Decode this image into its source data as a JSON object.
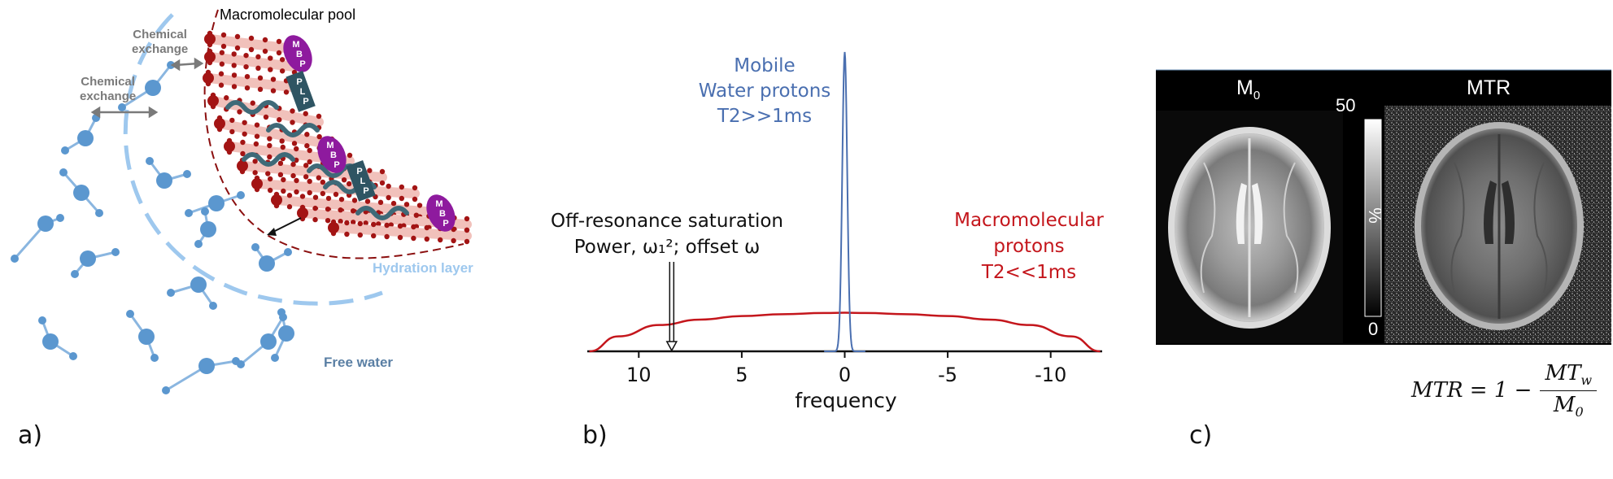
{
  "panel_a": {
    "letter": "a)",
    "macromolecular_pool": "Macromolecular pool",
    "chemical_exchange_1": [
      "Chemical",
      "exchange"
    ],
    "chemical_exchange_2": [
      "Chemical",
      "exchange"
    ],
    "hydration_layer": "Hydration layer",
    "free_water": "Free water",
    "protein_tags": [
      {
        "name": "MBP",
        "letters": [
          "M",
          "B",
          "P"
        ],
        "color": "#8e1a9e"
      },
      {
        "name": "PLP",
        "letters": [
          "P",
          "L",
          "P"
        ],
        "color": "#2f5563"
      },
      {
        "name": "MBP",
        "letters": [
          "M",
          "B",
          "P"
        ],
        "color": "#8e1a9e"
      },
      {
        "name": "PLP",
        "letters": [
          "P",
          "L",
          "P"
        ],
        "color": "#2f5563"
      },
      {
        "name": "MBP",
        "letters": [
          "M",
          "B",
          "P"
        ],
        "color": "#8e1a9e"
      }
    ],
    "colors": {
      "title": "#8b0f0f",
      "exchange": "#7a7a7a",
      "hydration": "#9ec8ee",
      "free_water": "#5a7fa4",
      "water": "#5b97cf",
      "lipid_head": "#a31414",
      "lipid_body": "#f1c1bb"
    }
  },
  "panel_b": {
    "letter": "b)",
    "mobile_label": [
      "Mobile",
      "Water protons",
      "T2>>1ms"
    ],
    "macro_label": [
      "Macromolecular",
      "protons",
      "T2<<1ms"
    ],
    "saturation_label": [
      "Off-resonance saturation",
      "Power, ω₁²; offset ω"
    ],
    "colors": {
      "mobile": "#4a6fb0",
      "macro": "#c4161c",
      "axis": "#111111"
    }
  },
  "chart_data": {
    "type": "line",
    "xlabel": "frequency",
    "ylabel": "",
    "x_ticks": [
      10,
      5,
      0,
      -5,
      -10
    ],
    "xlim": [
      12.5,
      -12.5
    ],
    "x_reversed": true,
    "series": [
      {
        "name": "Mobile Water protons",
        "color": "#4a6fb0",
        "x": [
          1.0,
          0.6,
          0.4,
          0.3,
          0.2,
          0.1,
          0.0,
          -0.1,
          -0.2,
          -0.3,
          -0.4,
          -0.6,
          -1.0
        ],
        "y": [
          0.0,
          0.02,
          0.08,
          0.2,
          0.45,
          0.8,
          1.0,
          0.8,
          0.45,
          0.2,
          0.08,
          0.02,
          0.0
        ]
      },
      {
        "name": "Macromolecular protons",
        "color": "#c4161c",
        "x": [
          12.4,
          11.0,
          9.0,
          7.0,
          5.0,
          3.0,
          1.0,
          0.0,
          -1.0,
          -3.0,
          -5.0,
          -7.0,
          -9.0,
          -11.0,
          -12.4
        ],
        "y": [
          0.0,
          0.05,
          0.088,
          0.106,
          0.118,
          0.124,
          0.128,
          0.129,
          0.128,
          0.124,
          0.118,
          0.106,
          0.088,
          0.05,
          0.0
        ]
      }
    ],
    "saturation_offset": 8.4
  },
  "panel_c": {
    "letter": "c)",
    "m0_title": "M",
    "m0_subscript": "0",
    "mtr_title": "MTR",
    "colorbar_max": "50",
    "colorbar_min": "0",
    "colorbar_unit": "%",
    "formula": {
      "lhs": "MTR = 1 −",
      "numerator": "MT",
      "numerator_sub": "w",
      "denominator": "M",
      "denominator_sub": "0"
    },
    "colors": {
      "header_bg": "#000000",
      "header_text": "#ffffff"
    }
  }
}
